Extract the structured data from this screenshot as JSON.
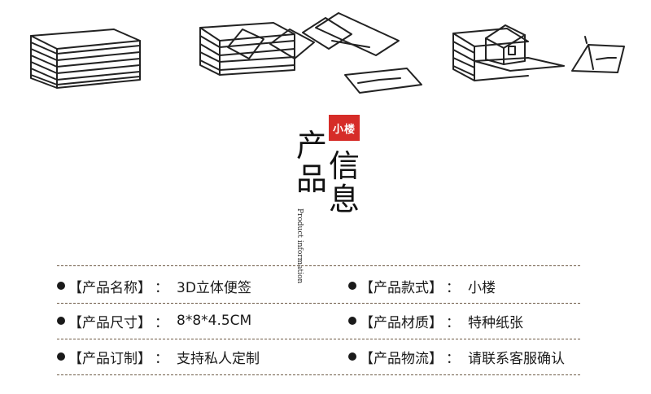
{
  "title": {
    "seal": "小楼",
    "chars": [
      "产",
      "品",
      "信",
      "息"
    ],
    "subtitle": "Product information"
  },
  "info": [
    {
      "left": {
        "label": "【产品名称】",
        "value": "3D立体便签"
      },
      "right": {
        "label": "【产品款式】",
        "value": "小楼"
      }
    },
    {
      "left": {
        "label": "【产品尺寸】",
        "value": "8*8*4.5CM"
      },
      "right": {
        "label": "【产品材质】",
        "value": "特种纸张"
      }
    },
    {
      "left": {
        "label": "【产品订制】",
        "value": "支持私人定制"
      },
      "right": {
        "label": "【产品物流】",
        "value": "请联系客服确认"
      }
    }
  ],
  "colors": {
    "seal": "#d62c28",
    "divider": "#6e5b47",
    "ink": "#1a1a1a"
  },
  "separator": "："
}
